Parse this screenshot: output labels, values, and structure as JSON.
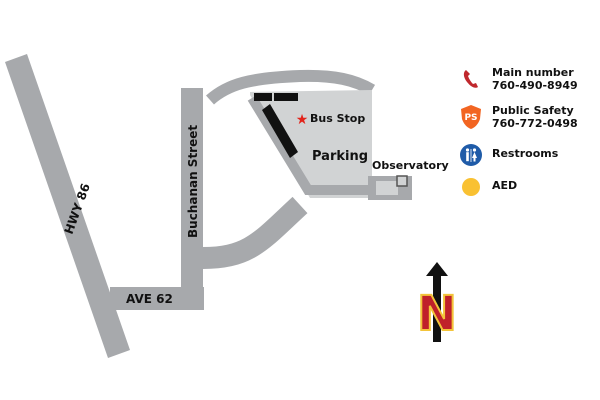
{
  "roads": {
    "hwy": "HWY 86",
    "buchanan": "Buchanan Street",
    "ave": "AVE 62"
  },
  "places": {
    "parking": "Parking",
    "bus_stop": "Bus Stop",
    "observatory": "Observatory"
  },
  "legend": {
    "main": {
      "label": "Main number",
      "value": "760-490-8949",
      "icon": "phone-icon",
      "color": "#c0282d"
    },
    "safety": {
      "label": "Public Safety",
      "value": "760-772-0498",
      "icon": "public-safety-badge-icon",
      "badge": "PS",
      "color": "#f26522"
    },
    "restrooms": {
      "label": "Restrooms",
      "icon": "restroom-icon",
      "color": "#1f5ba8"
    },
    "aed": {
      "label": "AED",
      "icon": "aed-dot-icon",
      "color": "#f9c132"
    }
  },
  "compass": {
    "letter": "N",
    "icon": "north-arrow-icon",
    "color": "#c0202a",
    "outline": "#f3c43a"
  },
  "colors": {
    "road": "#a7a9ac",
    "lot": "#d1d3d4",
    "bus_marker": "#e2231a"
  }
}
